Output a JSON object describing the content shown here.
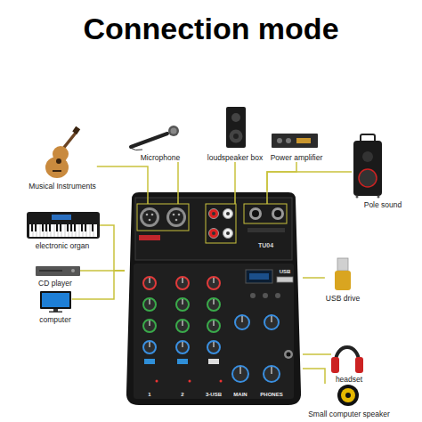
{
  "diagram": {
    "title": "Connection mode",
    "nodes": [
      {
        "text": [
          "loudspeaker box"
        ]
      },
      {
        "text": [
          "Microphone"
        ]
      },
      {
        "text": [
          "Musical Instruments"
        ]
      },
      {
        "text": [
          "Power amplifier"
        ]
      },
      {
        "text": [
          "Pole sound"
        ]
      },
      {
        "text": [
          "TU04"
        ]
      },
      {
        "text": [
          "electronic organ"
        ]
      },
      {
        "text": [
          "USB drive"
        ]
      },
      {
        "text": [
          "CD player"
        ]
      },
      {
        "text": [
          "computer"
        ]
      },
      {
        "text": [
          "headset"
        ]
      },
      {
        "text": [
          "Small computer speaker"
        ]
      }
    ],
    "edges": [
      {
        "from": 0,
        "to": 5,
        "arrow": "none"
      },
      {
        "from": 1,
        "to": 5,
        "arrow": "none"
      },
      {
        "from": 2,
        "to": 5,
        "arrow": "none"
      },
      {
        "from": 3,
        "to": 5,
        "arrow": "none"
      },
      {
        "from": 4,
        "to": 5,
        "arrow": "none"
      },
      {
        "from": 6,
        "to": 5,
        "arrow": "none"
      },
      {
        "from": 7,
        "to": 5,
        "arrow": "none"
      },
      {
        "from": 8,
        "to": 5,
        "arrow": "none"
      },
      {
        "from": 9,
        "to": 5,
        "arrow": "none"
      },
      {
        "from": 10,
        "to": 5,
        "arrow": "none"
      },
      {
        "from": 11,
        "to": 5,
        "arrow": "none"
      }
    ],
    "labels": [
      "USB",
      "1",
      "2",
      "3-USB",
      "MAIN",
      "PHONES"
    ]
  }
}
